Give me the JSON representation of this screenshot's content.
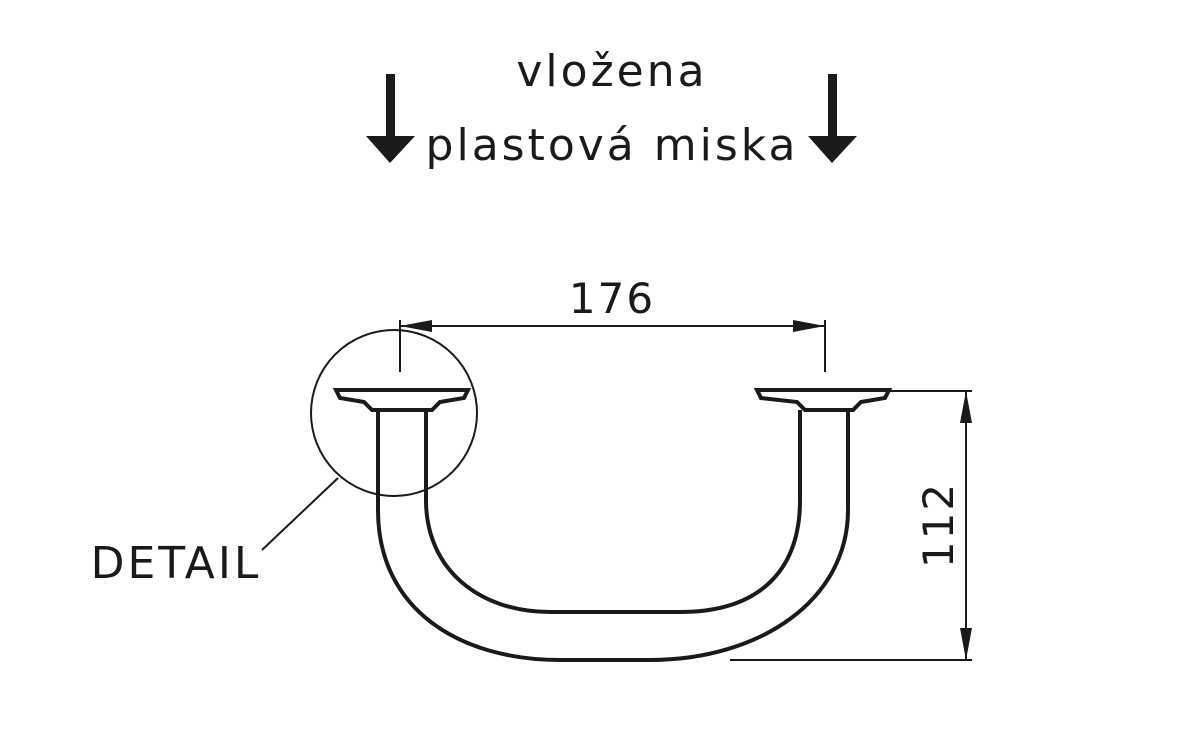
{
  "header": {
    "line1": "vložena",
    "line2": "plastová miska"
  },
  "dimensions": {
    "width_label": "176",
    "height_label": "112"
  },
  "callout": {
    "label": "DETAIL"
  },
  "colors": {
    "line": "#1a1a1a",
    "background": "#ffffff"
  },
  "icons": [
    "down-arrow-icon",
    "down-arrow-icon"
  ]
}
